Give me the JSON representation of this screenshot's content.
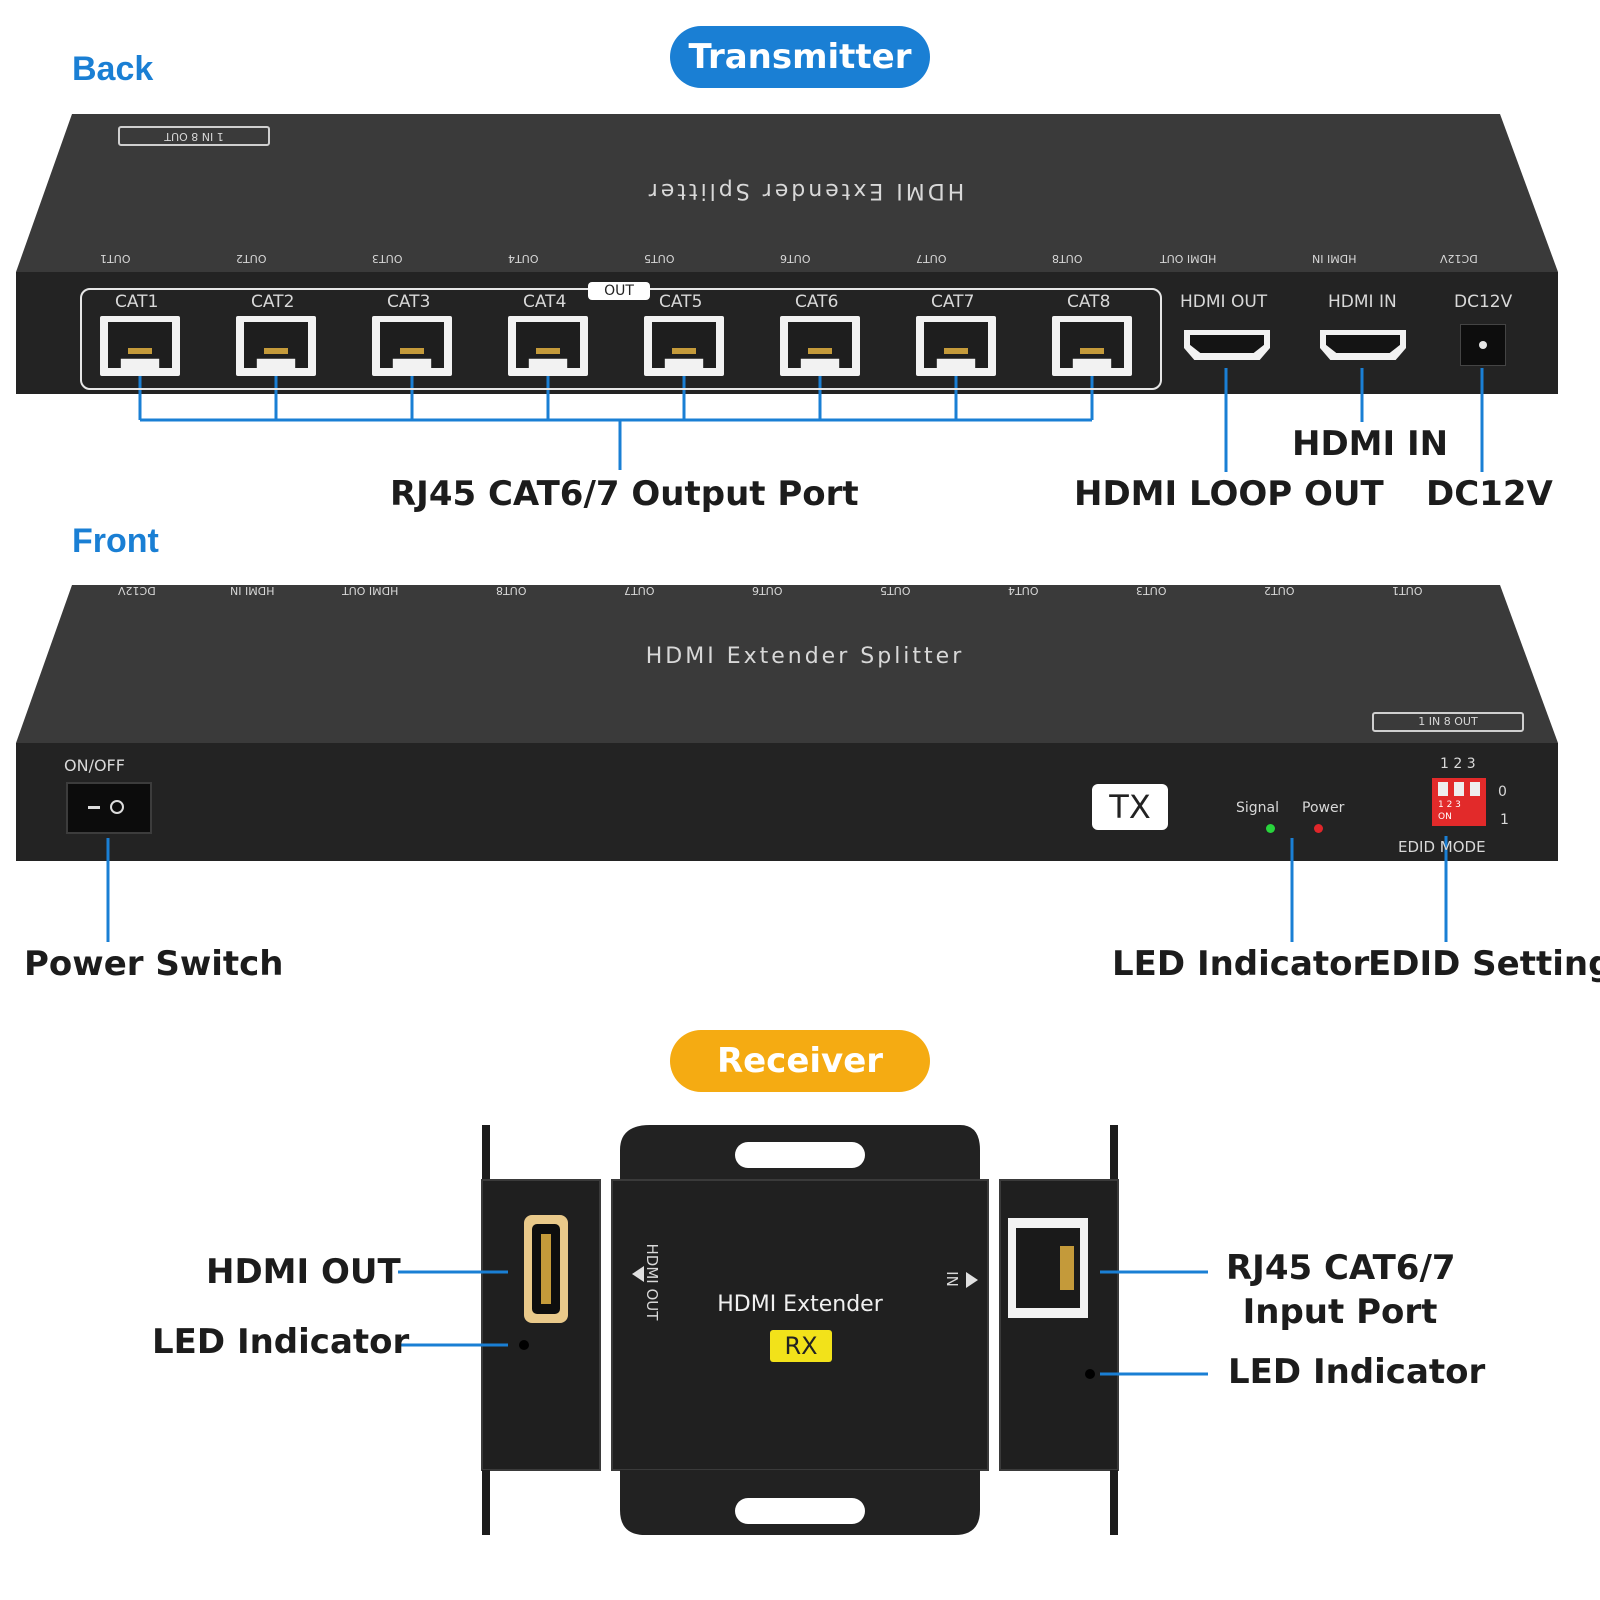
{
  "labels": {
    "back": "Back",
    "front": "Front",
    "transmitter": "Transmitter",
    "receiver": "Receiver"
  },
  "colors": {
    "accent_blue": "#1a7fd4",
    "receiver_yellow": "#f5ab12",
    "device_body": "#2a2a2a"
  },
  "back_panel": {
    "top_badge": "1 IN 8 OUT",
    "top_title": "HDMI Extender Splitter",
    "top_edge_labels": [
      "OUT1",
      "OUT2",
      "OUT3",
      "OUT4",
      "OUT5",
      "OUT6",
      "OUT7",
      "OUT8",
      "HDMI OUT",
      "HDMI IN",
      "DC12V"
    ],
    "out_group_label": "OUT",
    "cat_ports": [
      "CAT1",
      "CAT2",
      "CAT3",
      "CAT4",
      "CAT5",
      "CAT6",
      "CAT7",
      "CAT8"
    ],
    "hdmi_out_label": "HDMI OUT",
    "hdmi_in_label": "HDMI IN",
    "dc_label": "DC12V"
  },
  "back_callouts": {
    "rj45_output": "RJ45 CAT6/7 Output Port",
    "hdmi_in": "HDMI IN",
    "hdmi_loop_out": "HDMI LOOP OUT",
    "dc12v": "DC12V"
  },
  "front_panel": {
    "top_edge_labels": [
      "DC12V",
      "HDMI IN",
      "HDMI OUT",
      "OUT8",
      "OUT7",
      "OUT6",
      "OUT5",
      "OUT4",
      "OUT3",
      "OUT2",
      "OUT1"
    ],
    "top_title": "HDMI Extender Splitter",
    "top_badge": "1 IN 8 OUT",
    "onoff_label": "ON/OFF",
    "tx_badge": "TX",
    "signal_label": "Signal",
    "power_label": "Power",
    "dip_numbers": "1 2 3",
    "dip_inner_numbers": "1 2 3",
    "dip_on": "ON",
    "dip_zero": "0",
    "dip_one": "1",
    "edid_mode": "EDID MODE"
  },
  "front_callouts": {
    "power_switch": "Power Switch",
    "led_indicator": "LED Indicator",
    "edid_setting": "EDID Setting"
  },
  "receiver": {
    "hdmi_out_vertical": "HDMI OUT",
    "in_vertical": "IN",
    "device_title": "HDMI Extender",
    "rx_badge": "RX"
  },
  "receiver_callouts": {
    "hdmi_out": "HDMI OUT",
    "led_left": "LED Indicator",
    "rj45_line1": "RJ45 CAT6/7",
    "rj45_line2": "Input Port",
    "led_right": "LED Indicator"
  }
}
